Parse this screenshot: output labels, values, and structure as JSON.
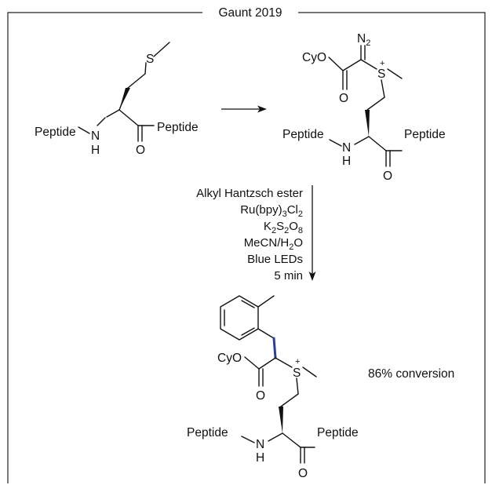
{
  "title": "Gaunt 2019",
  "reactant": {
    "peptide_left": "Peptide",
    "nh": "N",
    "h": "H",
    "peptide_right": "Peptide",
    "o": "O",
    "s": "S"
  },
  "intermediate": {
    "cyo": "CyO",
    "n": "N",
    "n_sub": "2",
    "s": "S",
    "plus": "+",
    "o_ester": "O",
    "peptide_left": "Peptide",
    "nh": "N",
    "h": "H",
    "peptide_right": "Peptide",
    "o": "O"
  },
  "conditions": {
    "line1": "Alkyl Hantzsch ester",
    "line2": {
      "a": "Ru(bpy)",
      "b": "3",
      "c": "Cl",
      "d": "2"
    },
    "line3": {
      "a": "K",
      "b": "2",
      "c": "S",
      "d": "2",
      "e": "O",
      "f": "8"
    },
    "line4": {
      "a": "MeCN/H",
      "b": "2",
      "c": "O"
    },
    "line5": "Blue LEDs",
    "line6": "5 min"
  },
  "product": {
    "cyo": "CyO",
    "s": "S",
    "plus": "+",
    "o_ester": "O",
    "peptide_left": "Peptide",
    "nh": "N",
    "h": "H",
    "peptide_right": "Peptide",
    "o": "O",
    "conversion": "86% conversion"
  },
  "colors": {
    "highlight_bond": "#2b3f9e"
  }
}
